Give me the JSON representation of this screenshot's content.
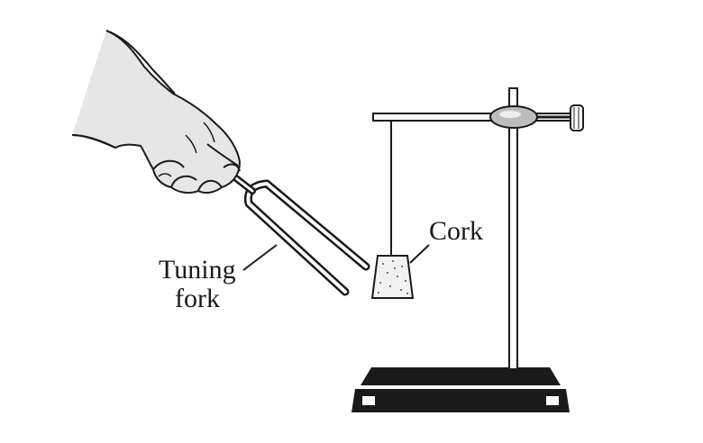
{
  "labels": {
    "tuning_fork_line1": "Tuning",
    "tuning_fork_line2": "fork",
    "cork": "Cork"
  },
  "colors": {
    "ink": "#1a1a1a",
    "background": "#ffffff",
    "hand_fill": "#e6e6e6",
    "cork_fill": "#f2f2f2"
  }
}
